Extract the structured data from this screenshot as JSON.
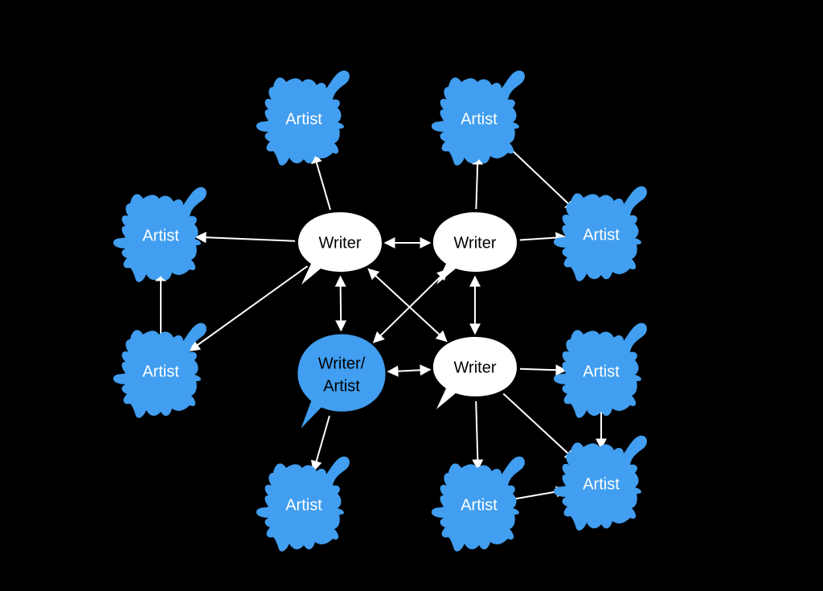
{
  "colors": {
    "background": "#000000",
    "artist_fill": "#419ef0",
    "writer_fill": "#ffffff",
    "writer_artist_fill": "#419ef0",
    "edge": "#ffffff"
  },
  "nodes": [
    {
      "id": "a-top-left",
      "type": "artist",
      "label": "Artist"
    },
    {
      "id": "a-top-right",
      "type": "artist",
      "label": "Artist"
    },
    {
      "id": "a-left-upper",
      "type": "artist",
      "label": "Artist"
    },
    {
      "id": "a-left-lower",
      "type": "artist",
      "label": "Artist"
    },
    {
      "id": "a-right-upper",
      "type": "artist",
      "label": "Artist"
    },
    {
      "id": "a-right-mid",
      "type": "artist",
      "label": "Artist"
    },
    {
      "id": "a-right-lower",
      "type": "artist",
      "label": "Artist"
    },
    {
      "id": "a-bottom-left",
      "type": "artist",
      "label": "Artist"
    },
    {
      "id": "a-bottom-mid",
      "type": "artist",
      "label": "Artist"
    },
    {
      "id": "w-top-left",
      "type": "writer",
      "label": "Writer"
    },
    {
      "id": "w-top-right",
      "type": "writer",
      "label": "Writer"
    },
    {
      "id": "w-bottom-right",
      "type": "writer",
      "label": "Writer"
    },
    {
      "id": "wa-bottom-left",
      "type": "writer-artist",
      "label_line1": "Writer/",
      "label_line2": "Artist"
    }
  ],
  "edges": [
    {
      "from": "w-top-left",
      "to": "a-top-left",
      "bidirectional": false
    },
    {
      "from": "w-top-left",
      "to": "a-left-upper",
      "bidirectional": false
    },
    {
      "from": "w-top-left",
      "to": "a-left-lower",
      "bidirectional": false
    },
    {
      "from": "a-left-lower",
      "to": "a-left-upper",
      "bidirectional": false
    },
    {
      "from": "w-top-left",
      "to": "w-top-right",
      "bidirectional": true
    },
    {
      "from": "w-top-left",
      "to": "wa-bottom-left",
      "bidirectional": true
    },
    {
      "from": "w-top-left",
      "to": "w-bottom-right",
      "bidirectional": true
    },
    {
      "from": "w-top-right",
      "to": "wa-bottom-left",
      "bidirectional": true
    },
    {
      "from": "w-top-right",
      "to": "w-bottom-right",
      "bidirectional": true
    },
    {
      "from": "wa-bottom-left",
      "to": "w-bottom-right",
      "bidirectional": true
    },
    {
      "from": "w-top-right",
      "to": "a-top-right",
      "bidirectional": false
    },
    {
      "from": "w-top-right",
      "to": "a-right-upper",
      "bidirectional": false
    },
    {
      "from": "a-top-right",
      "to": "a-right-upper",
      "bidirectional": false
    },
    {
      "from": "w-bottom-right",
      "to": "a-right-mid",
      "bidirectional": false
    },
    {
      "from": "w-bottom-right",
      "to": "a-right-lower",
      "bidirectional": false
    },
    {
      "from": "w-bottom-right",
      "to": "a-bottom-mid",
      "bidirectional": false
    },
    {
      "from": "a-right-mid",
      "to": "a-right-lower",
      "bidirectional": false
    },
    {
      "from": "a-bottom-mid",
      "to": "a-right-lower",
      "bidirectional": false
    },
    {
      "from": "wa-bottom-left",
      "to": "a-bottom-left",
      "bidirectional": false
    }
  ]
}
